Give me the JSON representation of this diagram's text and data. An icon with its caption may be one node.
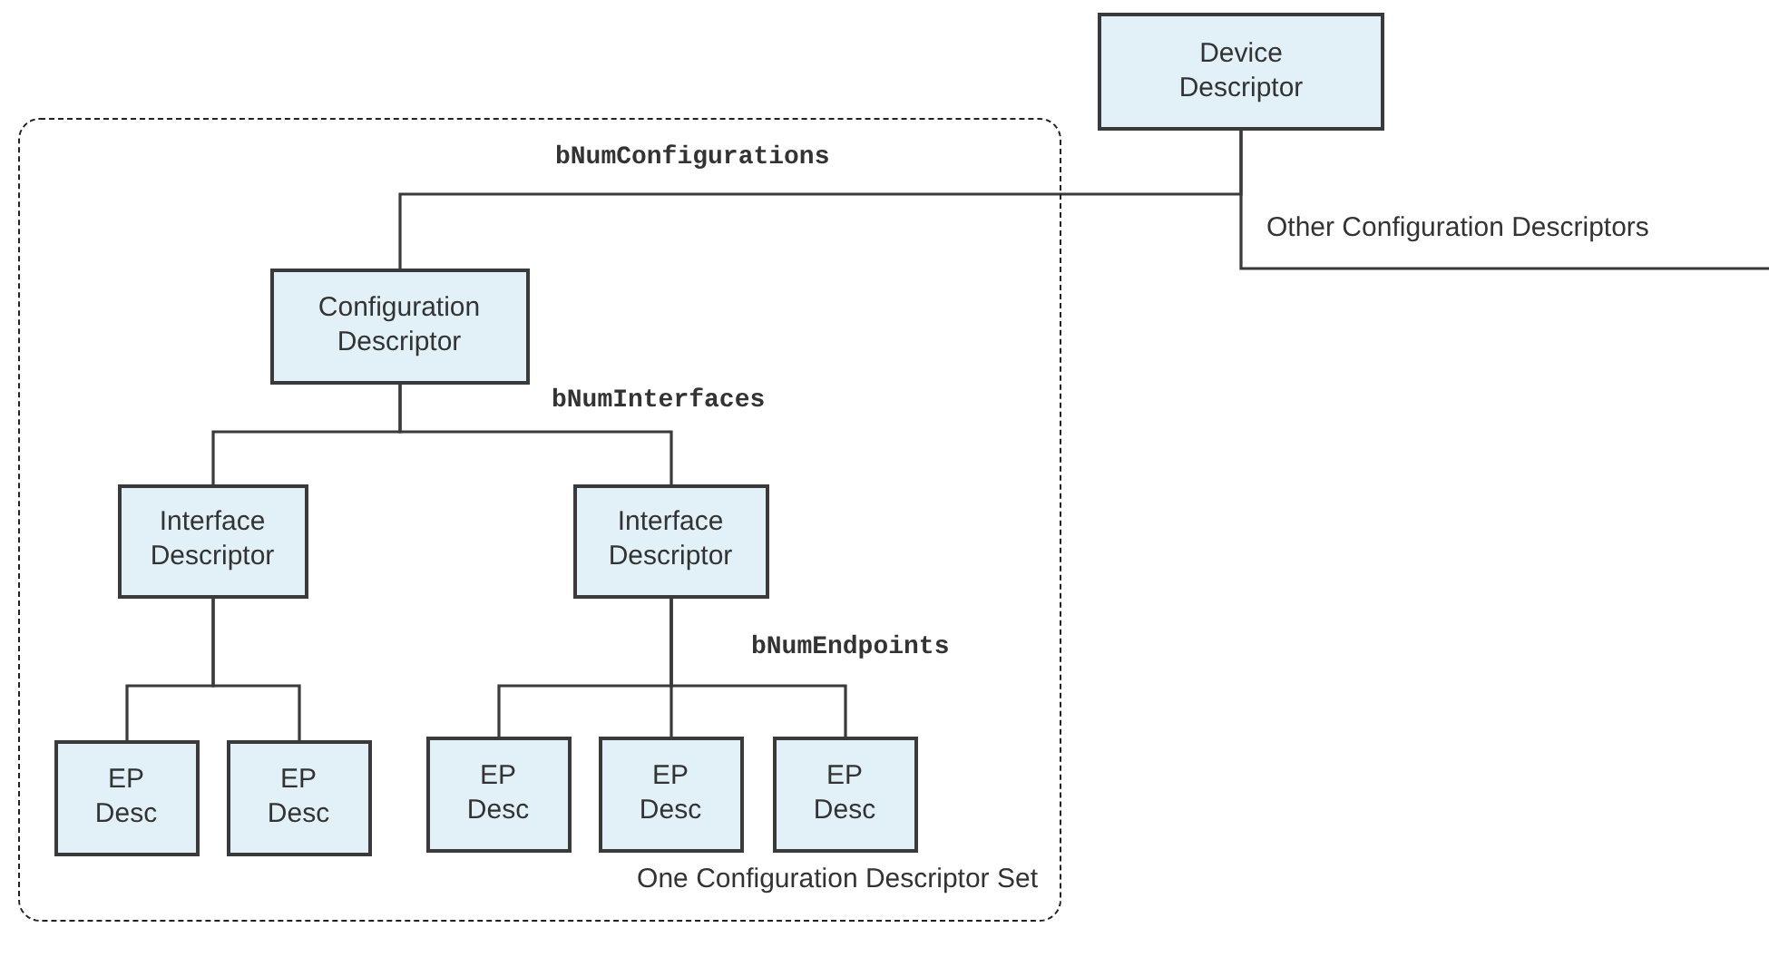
{
  "diagram": {
    "nodes": [
      {
        "text": [
          "Device Descriptor"
        ]
      },
      {
        "text": [
          "One Configuration Descriptor Set"
        ]
      },
      {
        "text": [
          "Configuration Descriptor"
        ],
        "in": 1
      },
      {
        "text": [
          "Interface Descriptor"
        ],
        "in": 1
      },
      {
        "text": [
          "Interface Descriptor"
        ],
        "in": 1
      },
      {
        "text": [
          "EP Desc"
        ],
        "in": 1
      },
      {
        "text": [
          "EP Desc"
        ],
        "in": 1
      },
      {
        "text": [
          "EP Desc"
        ],
        "in": 1
      },
      {
        "text": [
          "EP Desc"
        ],
        "in": 1
      },
      {
        "text": [
          "EP Desc"
        ],
        "in": 1
      }
    ],
    "edges": [
      {
        "from": 0,
        "to": 2,
        "arrow": "none",
        "label": "bNumConfigurations"
      },
      {
        "from": 0,
        "to": null,
        "arrow": "none",
        "label": "Other Configuration Descriptors"
      },
      {
        "from": 2,
        "to": 3,
        "arrow": "none"
      },
      {
        "from": 2,
        "to": 4,
        "arrow": "none",
        "label": "bNumInterfaces"
      },
      {
        "from": 3,
        "to": 5,
        "arrow": "none"
      },
      {
        "from": 3,
        "to": 6,
        "arrow": "none"
      },
      {
        "from": 4,
        "to": 7,
        "arrow": "none",
        "label": "bNumEndpoints"
      },
      {
        "from": 4,
        "to": 8,
        "arrow": "none"
      },
      {
        "from": 4,
        "to": 9,
        "arrow": "none"
      }
    ]
  }
}
